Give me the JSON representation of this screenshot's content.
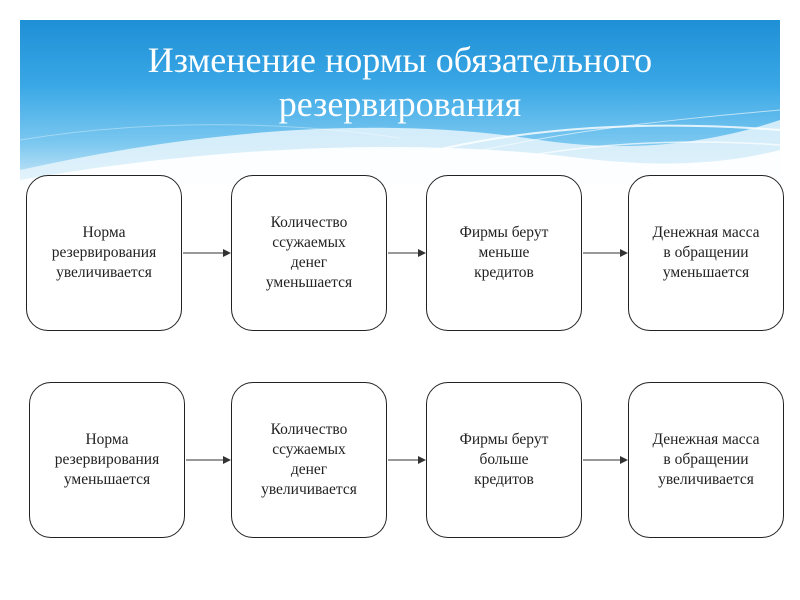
{
  "slide": {
    "title_line1": "Изменение нормы обязательного",
    "title_line2": "резервирования"
  },
  "diagram": {
    "row1": [
      {
        "line1": "Норма",
        "line2": "резервирования",
        "line3": "увеличивается",
        "line4": ""
      },
      {
        "line1": "Количество",
        "line2": "ссужаемых",
        "line3": "денег",
        "line4": "уменьшается"
      },
      {
        "line1": "Фирмы берут",
        "line2": "меньше",
        "line3": "кредитов",
        "line4": ""
      },
      {
        "line1": "Денежная масса",
        "line2": "в обращении",
        "line3": "уменьшается",
        "line4": ""
      }
    ],
    "row2": [
      {
        "line1": "Норма",
        "line2": "резервирования",
        "line3": "уменьшается",
        "line4": ""
      },
      {
        "line1": "Количество",
        "line2": "ссужаемых",
        "line3": "денег",
        "line4": "увеличивается"
      },
      {
        "line1": "Фирмы берут",
        "line2": "больше",
        "line3": "кредитов",
        "line4": ""
      },
      {
        "line1": "Денежная масса",
        "line2": "в обращении",
        "line3": "увеличивается",
        "line4": ""
      }
    ]
  },
  "colors": {
    "banner_top": "#1f8fd6",
    "banner_bottom": "#cfe9f8",
    "box_border": "#222222",
    "text": "#222222"
  }
}
